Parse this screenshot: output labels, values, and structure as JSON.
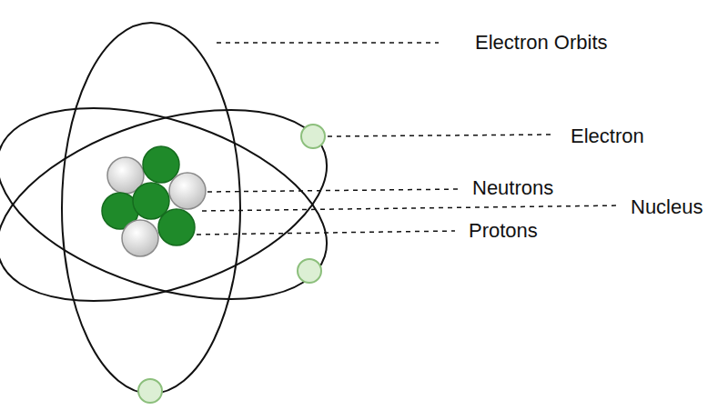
{
  "diagram": {
    "labels": [
      "Electron Orbits",
      "Electron",
      "Neutrons",
      "Nucleus",
      "Protons"
    ]
  }
}
